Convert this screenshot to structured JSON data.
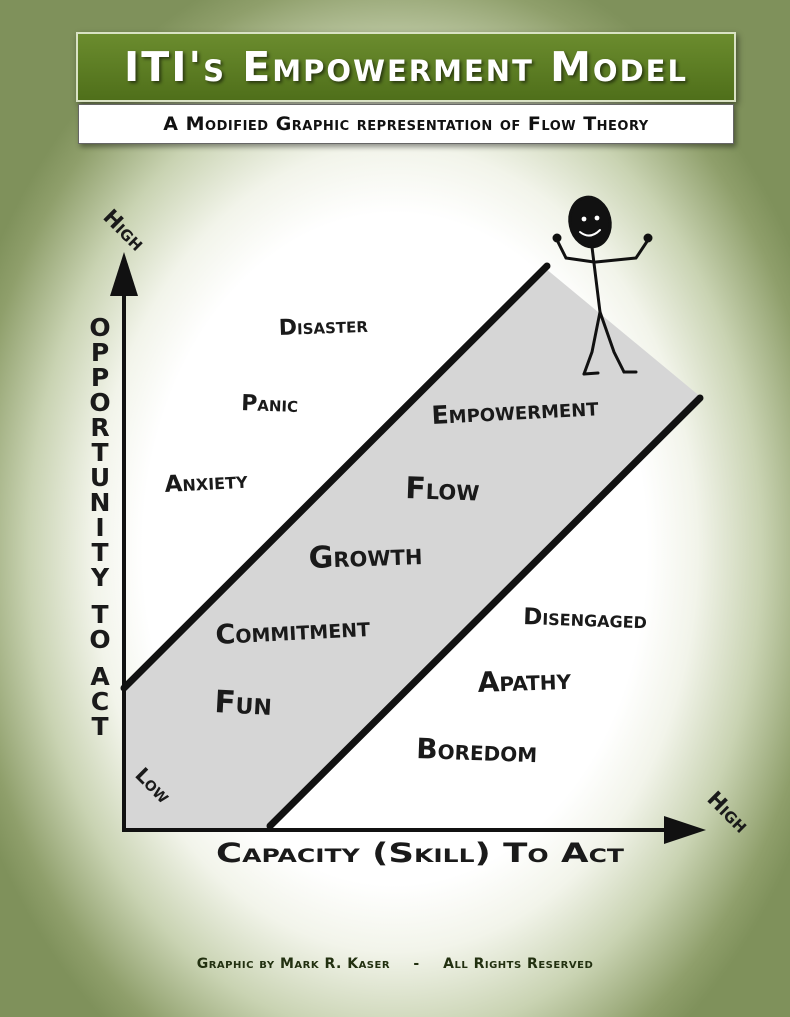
{
  "header": {
    "title": "ITI's Empowerment Model",
    "subtitle": "A Modified Graphic representation of Flow Theory"
  },
  "axes": {
    "y_high": "High",
    "y_label_letters": [
      "O",
      "P",
      "P",
      "O",
      "R",
      "T",
      "U",
      "N",
      "I",
      "T",
      "Y",
      "",
      "T",
      "O",
      "",
      "A",
      "C",
      "T"
    ],
    "x_label": "Capacity (Skill) To Act",
    "x_high": "High",
    "origin_low": "Low"
  },
  "upper_region": {
    "disaster": "Disaster",
    "panic": "Panic",
    "anxiety": "Anxiety"
  },
  "channel": {
    "empowerment": "Empowerment",
    "flow": "Flow",
    "growth": "Growth",
    "commitment": "Commitment",
    "fun": "Fun"
  },
  "lower_region": {
    "disengaged": "Disengaged",
    "apathy": "Apathy",
    "boredom": "Boredom"
  },
  "footer": {
    "credit": "Graphic by Mark R. Kaser",
    "separator": "-",
    "rights": "All Rights Reserved"
  },
  "colors": {
    "title_green": "#5c7d24",
    "frame_green": "#7f915b",
    "channel_fill": "#d9d9d9"
  },
  "icons": [
    "stick-figure-icon",
    "y-axis-arrow-icon",
    "x-axis-arrow-icon"
  ]
}
